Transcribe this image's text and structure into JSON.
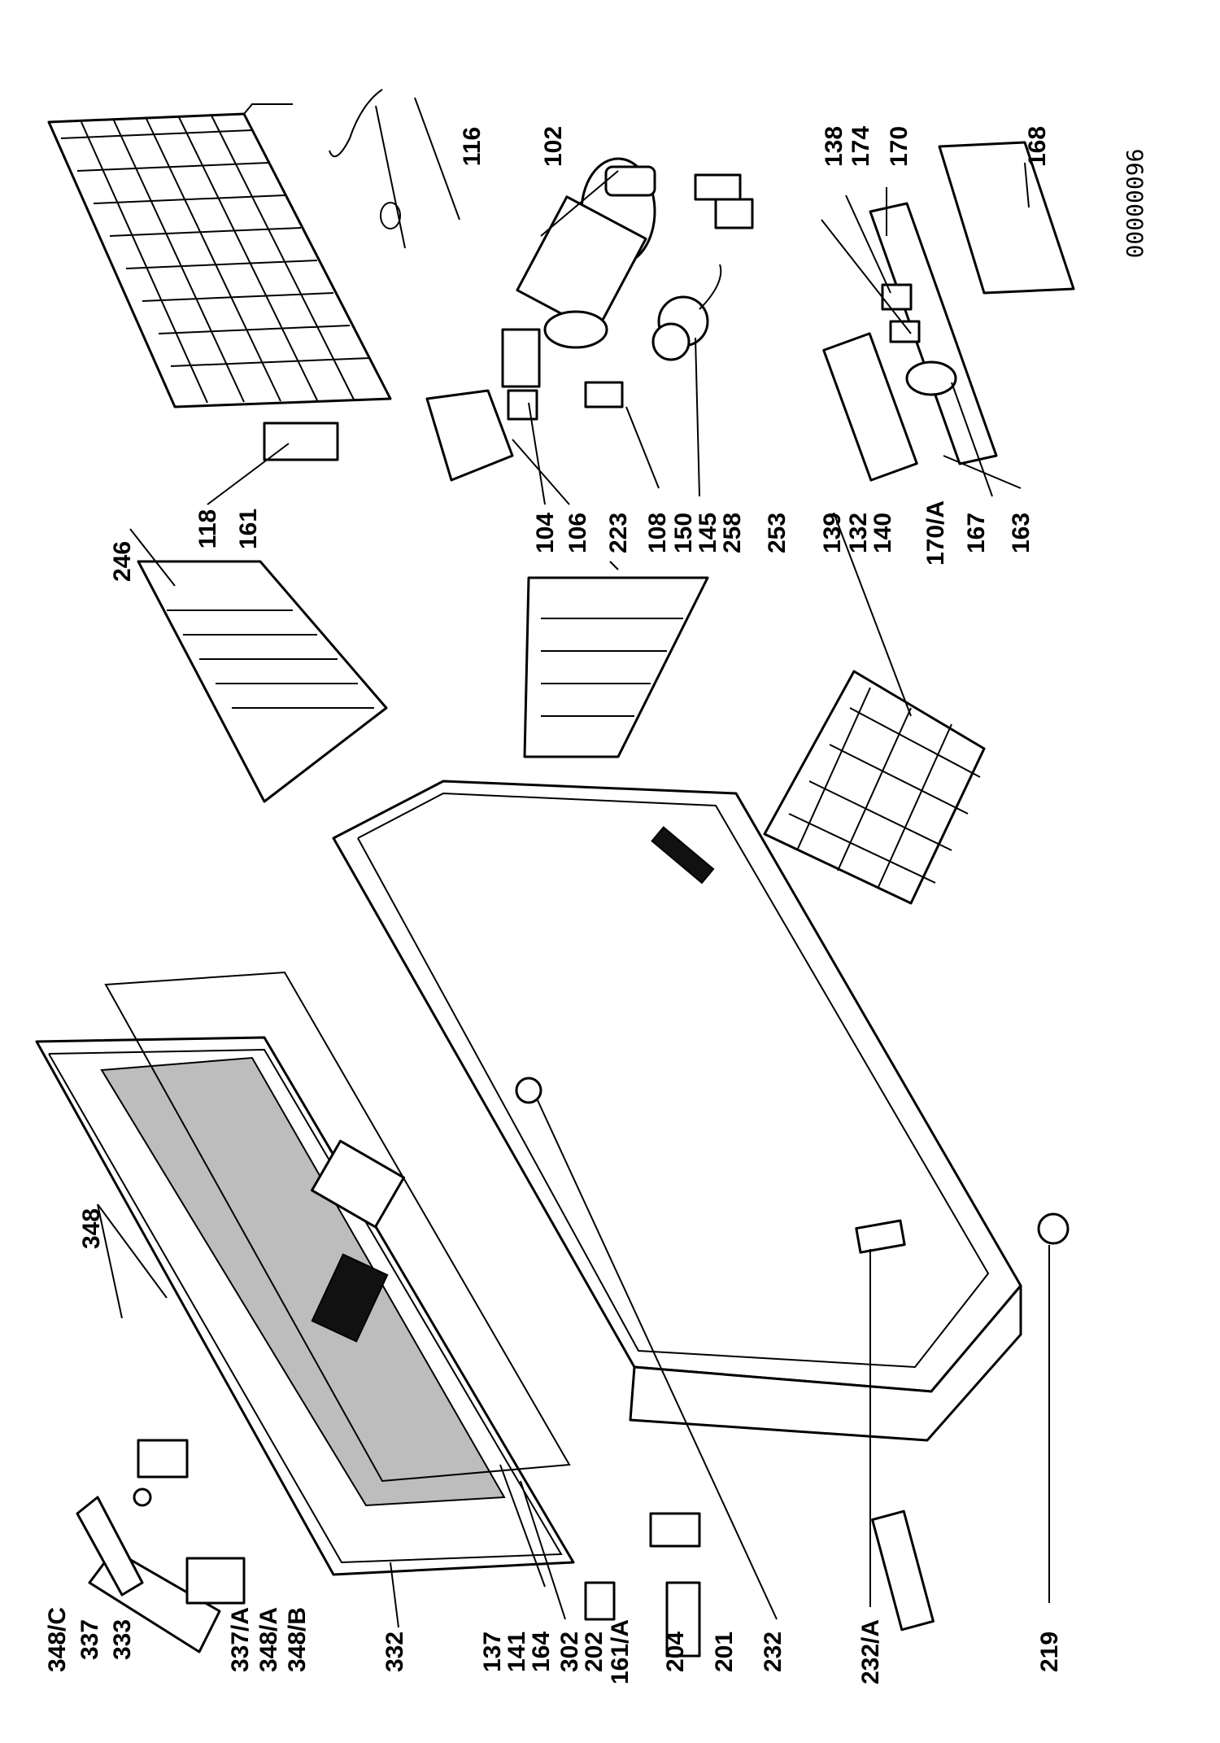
{
  "diagram": {
    "document_id": "00000096",
    "callouts": [
      "116",
      "102",
      "138",
      "174",
      "170",
      "168",
      "246",
      "118",
      "161",
      "104",
      "106",
      "223",
      "108",
      "150",
      "145",
      "258",
      "253",
      "139",
      "132",
      "140",
      "170/A",
      "167",
      "163",
      "348",
      "348/C",
      "337",
      "333",
      "337/A",
      "348/A",
      "348/B",
      "332",
      "137",
      "141",
      "164",
      "302",
      "202",
      "161/A",
      "204",
      "201",
      "232",
      "232/A",
      "219"
    ]
  }
}
